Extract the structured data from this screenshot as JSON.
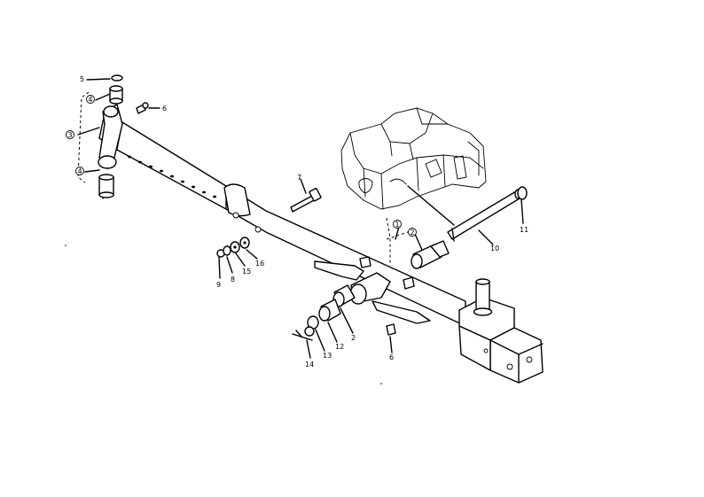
{
  "colors": {
    "ink": "#000000",
    "paper": "#ffffff"
  },
  "labels": {
    "5": "5",
    "4a": "4",
    "3": "3",
    "4b": "4",
    "6a": "6",
    "7": "7",
    "1": "1",
    "2a": "2",
    "10": "10",
    "11": "11",
    "9": "9",
    "8": "8",
    "15": "15",
    "16": "16",
    "12": "12",
    "2b": "2",
    "13": "13",
    "14": "14",
    "6b": "6"
  }
}
